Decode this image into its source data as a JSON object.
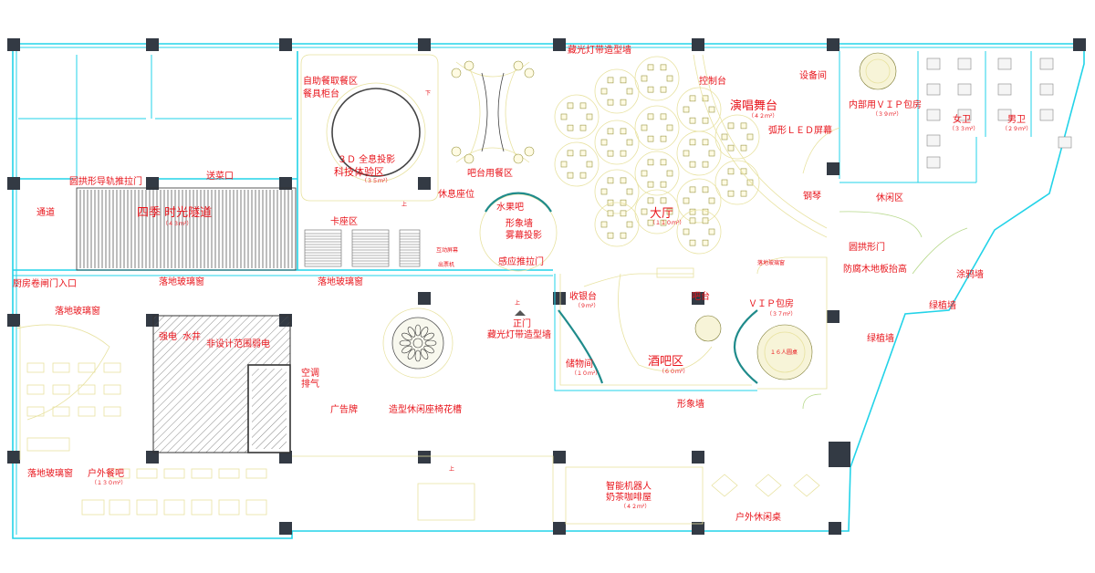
{
  "labels": {
    "rolling_door": "圆拱形导轨推拉门",
    "serving_port": "送菜口",
    "passage": "通道",
    "tunnel": "四季  时光隧道",
    "tunnel_area": "（４３ｍ²）",
    "kitchen_entry": "厨房卷闸门入口",
    "glass_window_1": "落地玻璃窗",
    "glass_window_2": "落地玻璃窗",
    "glass_window_3": "落地玻璃窗",
    "glass_window_4": "落地玻璃窗",
    "self_service": "自助餐取餐区",
    "tableware": "餐具柜台",
    "tech_3d": "３Ｄ 全息投影",
    "tech_zone": "科技体验区",
    "tech_area": "（３５ｍ²）",
    "rest_seat": "休息座位",
    "booth": "卡座区",
    "bar_dining": "吧台用餐区",
    "fruit_bar": "水果吧",
    "image_wall": "形象墙",
    "fog_projection": "雾幕投影",
    "sensor_door": "感应推拉门",
    "main_door": "正门",
    "lightstrip_wall_top": "藏光灯带造型墙",
    "lightstrip_wall_door": "藏光灯带造型墙",
    "control_desk": "控制台",
    "equipment_room": "设备间",
    "stage": "演唱舞台",
    "stage_area": "（４２ｍ²）",
    "led": "弧形ＬＥＤ屏幕",
    "hall": "大厅",
    "hall_area": "（１１０ｍ²）",
    "piano": "钢琴",
    "lounge": "休闲区",
    "arch_door": "圆拱形门",
    "floor_raise": "防腐木地板抬高",
    "vip_internal": "内部用ＶＩＰ包房",
    "vip_internal_area": "（３９ｍ²）",
    "women": "女卫",
    "women_area": "（３３ｍ²）",
    "men": "男卫",
    "men_area": "（２９ｍ²）",
    "graffiti": "涂鸦墙",
    "green_wall_1": "绿植墙",
    "green_wall_2": "绿植墙",
    "cashier": "收银台",
    "cashier_area": "（９ｍ²）",
    "bar_counter": "吧台",
    "vip_room": "ＶＩＰ包房",
    "vip_room_area": "（３７ｍ²）",
    "round_table": "１６人圆桌",
    "storage": "储物间",
    "storage_area": "（１０ｍ²）",
    "bar_zone": "酒吧区",
    "bar_zone_area": "（６０ｍ²）",
    "image_wall_bottom": "形象墙",
    "ad_board": "广告牌",
    "flower_seats": "造型休闲座椅花槽",
    "ac": "空调",
    "exhaust": "排气",
    "nondesign_1": "强电",
    "nondesign_2": "水井",
    "nondesign_3": "非设计范围弱电",
    "outdoor_bar": "户外餐吧",
    "outdoor_bar_area": "（１３０ｍ²）",
    "robot": "智能机器人",
    "tea_house": "奶茶咖啡屋",
    "tea_area": "（４２ｍ²）",
    "outdoor_tables": "户外休闲桌",
    "glass_window_small": "落地玻璃窗",
    "interactive_screen": "互动屏幕",
    "ticket_machine": "出票机",
    "up_mark": "上",
    "down_mark": "下"
  },
  "colors": {
    "label": "#e8141b",
    "wall": "#22d3e8",
    "furniture": "#e8e2a0",
    "planting": "#b6d88a",
    "column": "#333a44",
    "curtain": "#1f8b8b"
  }
}
